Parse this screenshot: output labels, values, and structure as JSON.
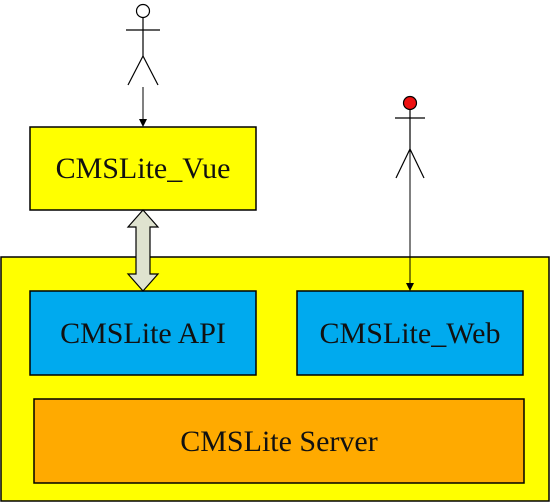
{
  "colors": {
    "container_fill": "#ffff00",
    "vue_fill": "#ffff00",
    "api_fill": "#00aaee",
    "web_fill": "#00aaee",
    "server_fill": "#ffaa00",
    "border": "#000000",
    "user_gray_head": "#ffffff",
    "user_red_head": "#ee1111",
    "double_arrow_fill": "#dfe3cf"
  },
  "actors": [
    {
      "icon": "stick-figure-icon",
      "head_color": "white"
    },
    {
      "icon": "stick-figure-icon",
      "head_color": "red"
    }
  ],
  "boxes": {
    "vue": {
      "label": "CMSLite_Vue"
    },
    "api": {
      "label": "CMSLite API"
    },
    "web": {
      "label": "CMSLite_Web"
    },
    "server": {
      "label": "CMSLite Server"
    }
  }
}
